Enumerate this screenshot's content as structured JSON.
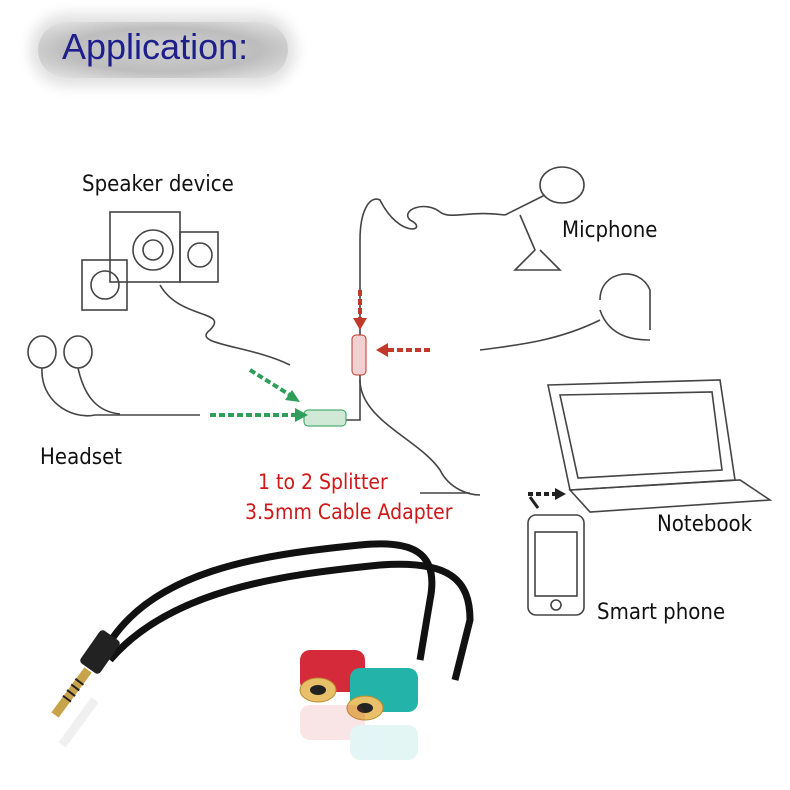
{
  "title": "Application:",
  "labels": {
    "speaker": "Speaker device",
    "microphone": "Micphone",
    "headset": "Headset",
    "splitter_line1": "1 to 2 Splitter",
    "splitter_line2": "3.5mm Cable Adapter",
    "notebook": "Notebook",
    "smartphone": "Smart phone"
  },
  "colors": {
    "title": "#1e1e8c",
    "splitter_text": "#d01818",
    "green_arrow": "#2e9e5a",
    "red_arrow": "#c0392b",
    "red_jack": "#d42a3a",
    "teal_jack": "#23b3a8"
  }
}
